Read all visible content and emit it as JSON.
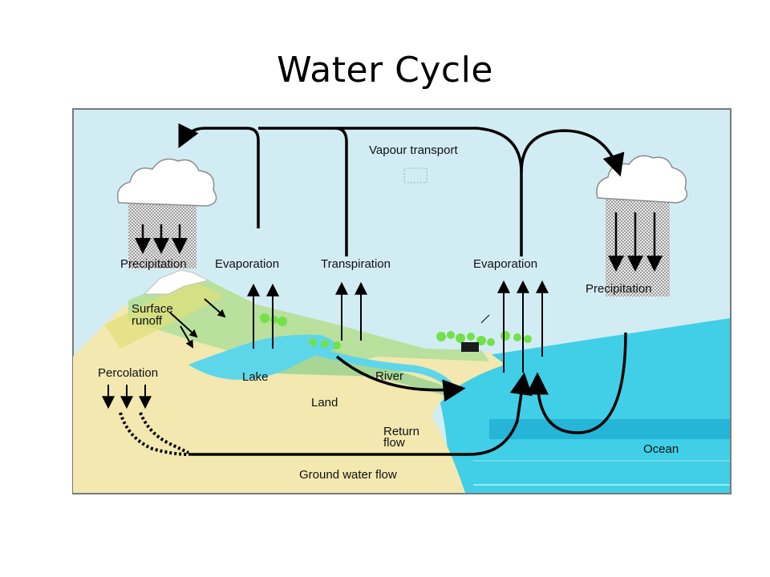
{
  "slide": {
    "title": "Water Cycle"
  },
  "diagram": {
    "labels": {
      "vapour_transport": "Vapour transport",
      "precipitation_left": "Precipitation",
      "precipitation_right": "Precipitation",
      "evaporation_lake": "Evaporation",
      "transpiration": "Transpiration",
      "evaporation_ocean": "Evaporation",
      "surface_runoff_1": "Surface",
      "surface_runoff_2": "runoff",
      "percolation": "Percolation",
      "lake": "Lake",
      "river": "River",
      "land": "Land",
      "return_flow_1": "Return",
      "return_flow_2": "flow",
      "ocean": "Ocean",
      "ground_water_flow": "Ground water flow"
    },
    "colors": {
      "sky": "#d2ecf3",
      "land": "#f2e8b0",
      "ocean": "#40cfe6",
      "lake": "#5dd6ea",
      "vegetation": "#74e04a",
      "green_band": "#b9e09c",
      "cloud_rain": "#b9b9b9"
    }
  }
}
